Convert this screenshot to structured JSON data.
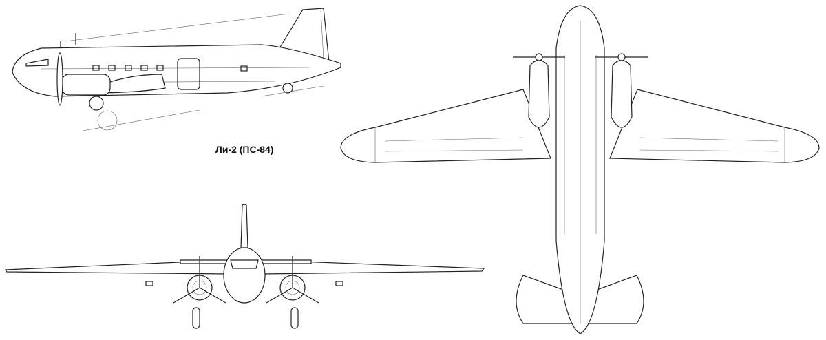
{
  "drawing": {
    "title": "Ли-2 (ПС-84)",
    "views": [
      "side",
      "top",
      "front"
    ],
    "line_color": "#222222",
    "background": "#ffffff"
  }
}
